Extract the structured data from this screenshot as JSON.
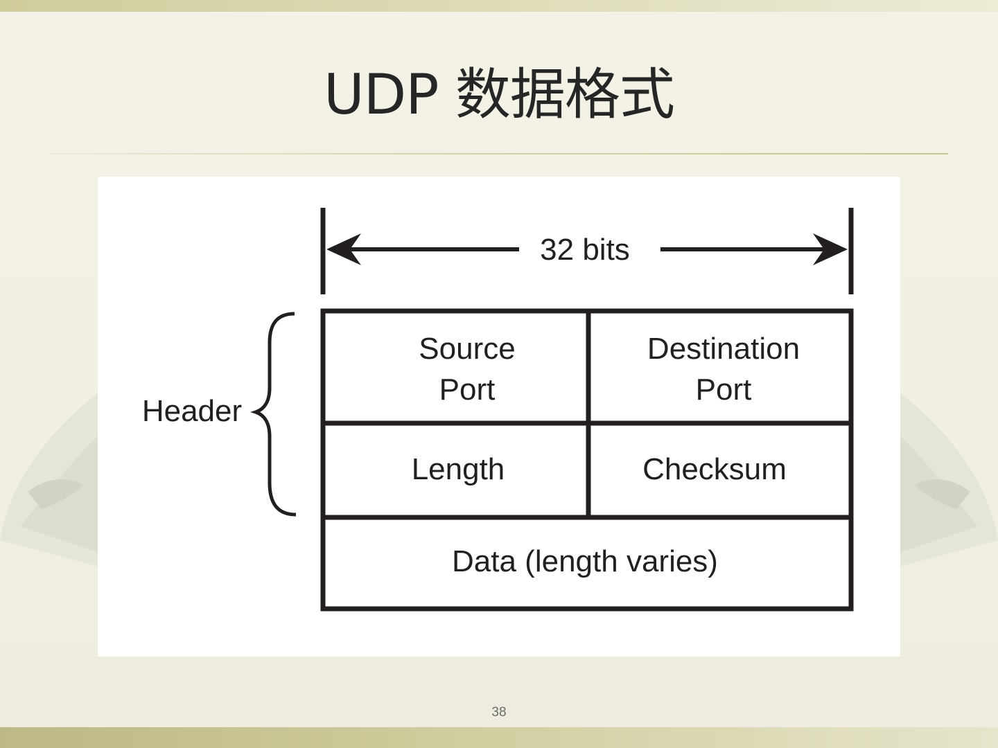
{
  "slide": {
    "title": "UDP 数据格式",
    "page_number": "38"
  },
  "diagram": {
    "width_label": "32 bits",
    "header_label": "Header",
    "cells": {
      "source_port": [
        "Source",
        "Port"
      ],
      "destination_port": [
        "Destination",
        "Port"
      ],
      "length": "Length",
      "checksum": "Checksum",
      "data": "Data (length varies)"
    }
  },
  "colors": {
    "line": "#231f20",
    "panel": "#ffffff",
    "title": "#262626"
  },
  "icons": {
    "left_arrow": "arrow-left-icon",
    "right_arrow": "arrow-right-icon",
    "brace": "curly-brace-icon"
  }
}
